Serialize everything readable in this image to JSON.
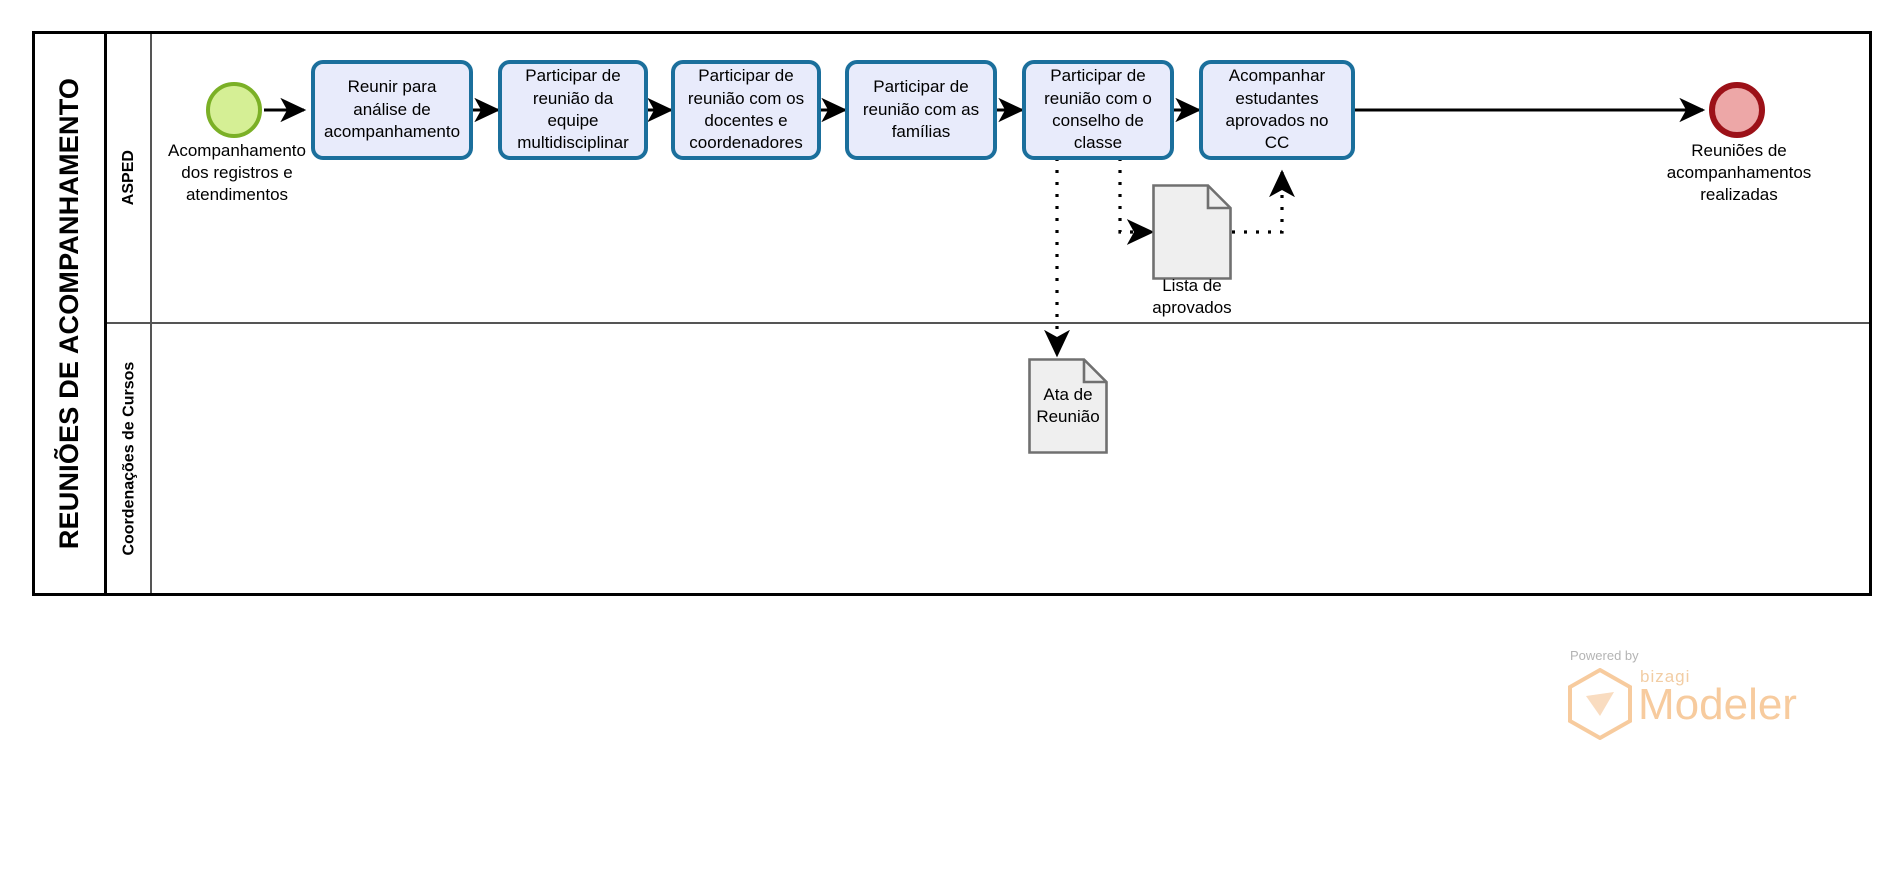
{
  "pool": {
    "title": "REUNIÕES DE ACOMPANHAMENTO"
  },
  "lanes": [
    {
      "id": "asped",
      "label": "ASPED"
    },
    {
      "id": "coordenacoes",
      "label": "Coordenações\nde Cursos"
    }
  ],
  "events": {
    "start": {
      "name": "start-event",
      "label": "Acompanhamento\ndos registros e\natendimentos",
      "fill": "#d5ef95",
      "stroke": "#7bb026"
    },
    "end": {
      "name": "end-event",
      "label": "Reuniões de\nacompanhamentos\nrealizadas",
      "fill": "#eda7a7",
      "stroke": "#9c1118"
    }
  },
  "tasks": [
    {
      "id": "t1",
      "label": "Reunir para\nanálise de\nacompanhamento"
    },
    {
      "id": "t2",
      "label": "Participar de\nreunião da\nequipe\nmultidisciplinar"
    },
    {
      "id": "t3",
      "label": "Participar de\nreunião com os\ndocentes e\ncoordenadores"
    },
    {
      "id": "t4",
      "label": "Participar de\nreunião com as\nfamílias"
    },
    {
      "id": "t5",
      "label": "Participar de\nreunião com o\nconselho de\nclasse"
    },
    {
      "id": "t6",
      "label": "Acompanhar\nestudantes\naprovados no\nCC"
    }
  ],
  "data_objects": [
    {
      "id": "d1",
      "inner_text": "",
      "label": "Lista de\naprovados"
    },
    {
      "id": "d2",
      "inner_text": "Ata de\nReunião",
      "label": ""
    }
  ],
  "colors": {
    "task_fill": "#e8ebfb",
    "task_stroke": "#1b6f9c",
    "data_fill": "#efefef",
    "data_stroke": "#707070",
    "flow": "#000000",
    "pool_border": "#000000",
    "lane_border": "#555555"
  },
  "watermark": {
    "powered_by": "Powered by",
    "brand": "bizagi",
    "product": "Modeler"
  }
}
